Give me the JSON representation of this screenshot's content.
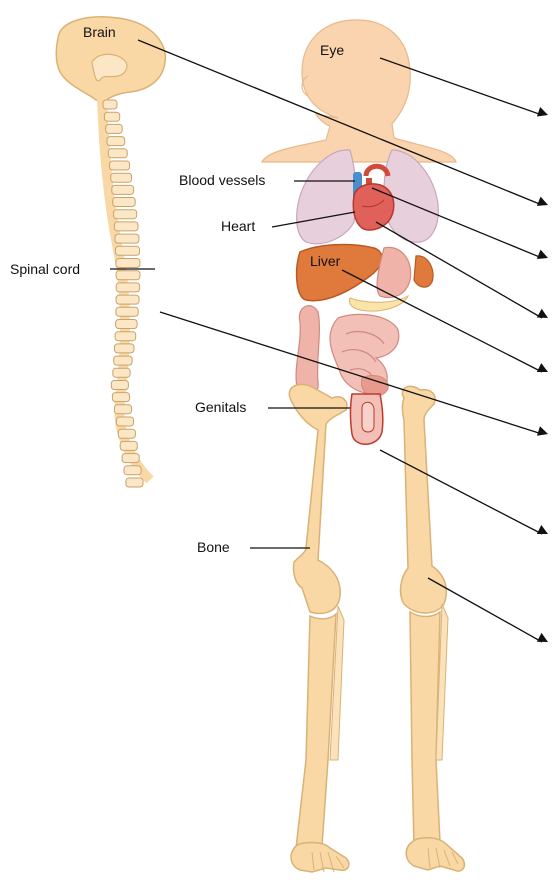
{
  "labels": {
    "brain": "Brain",
    "eye": "Eye",
    "blood_vessels": "Blood vessels",
    "heart": "Heart",
    "liver": "Liver",
    "spinal_cord": "Spinal cord",
    "genitals": "Genitals",
    "bone": "Bone"
  },
  "colors": {
    "bone": "#f9d8a5",
    "bone_outline": "#d9b276",
    "skin": "#f9d4ae",
    "lungs": "#e8cfdc",
    "organ_red": "#e0705b",
    "liver": "#e07a3c",
    "intestine": "#f0b3aa",
    "blood_vessel": "#4a8ecb",
    "arrow": "#111111"
  }
}
